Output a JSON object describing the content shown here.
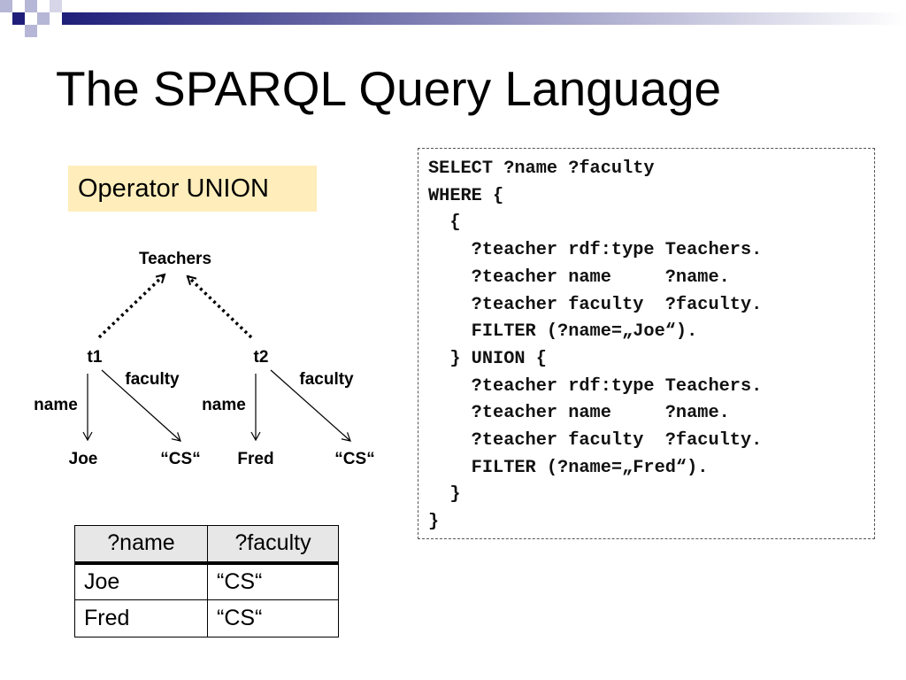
{
  "slide": {
    "title": "The SPARQL Query Language",
    "operator_label": "Operator UNION"
  },
  "graph": {
    "class_node": "Teachers",
    "nodes": [
      "t1",
      "t2"
    ],
    "edge_labels": {
      "t1_name": "name",
      "t1_faculty": "faculty",
      "t2_name": "name",
      "t2_faculty": "faculty"
    },
    "values": {
      "t1_name": "Joe",
      "t1_faculty": "“CS“",
      "t2_name": "Fred",
      "t2_faculty": "“CS“"
    }
  },
  "query": {
    "text": "SELECT ?name ?faculty\nWHERE {\n  {\n    ?teacher rdf:type Teachers.\n    ?teacher name     ?name.\n    ?teacher faculty  ?faculty.\n    FILTER (?name=„Joe“).\n  } UNION {\n    ?teacher rdf:type Teachers.\n    ?teacher name     ?name.\n    ?teacher faculty  ?faculty.\n    FILTER (?name=„Fred“).\n  }\n}"
  },
  "results": {
    "headers": [
      "?name",
      "?faculty"
    ],
    "rows": [
      [
        "Joe",
        "“CS“"
      ],
      [
        "Fred",
        "“CS“"
      ]
    ]
  },
  "colors": {
    "title_bar_accent": "#1f1f7a",
    "operator_box_bg": "#ffeebb",
    "table_header_bg": "#e7e7e7"
  }
}
